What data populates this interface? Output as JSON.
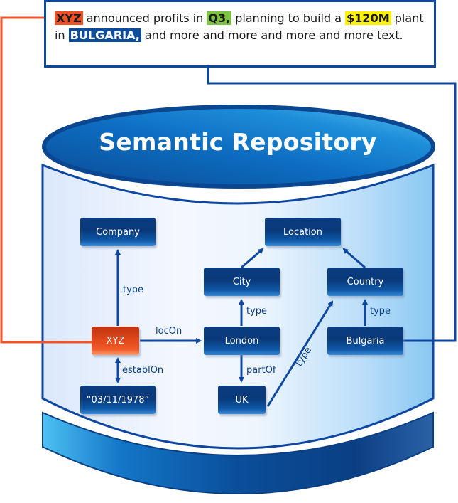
{
  "source_text": {
    "segments": [
      {
        "text": "XYZ",
        "highlight": "entity-company"
      },
      {
        "text": " announced profits in ",
        "highlight": null
      },
      {
        "text": "Q3,",
        "highlight": "entity-date"
      },
      {
        "text": " planning to build a ",
        "highlight": null
      },
      {
        "text": "$120M",
        "highlight": "entity-money"
      },
      {
        "text": " plant in ",
        "highlight": null
      },
      {
        "text": "BULGARIA,",
        "highlight": "entity-location"
      },
      {
        "text": " and more and more and more and more text.",
        "highlight": null
      }
    ]
  },
  "repository": {
    "title": "Semantic Repository"
  },
  "nodes": {
    "company": "Company",
    "location": "Location",
    "city": "City",
    "country": "Country",
    "xyz": "XYZ",
    "london": "London",
    "bulgaria": "Bulgaria",
    "date": "“03/11/1978”",
    "uk": "UK"
  },
  "edges": {
    "xyz_company": "type",
    "xyz_london": "locOn",
    "xyz_date": "establOn",
    "london_city": "type",
    "london_uk": "partOf",
    "uk_country": "type",
    "bulgaria_country": "type"
  },
  "colors": {
    "primary_blue": "#0d47a1",
    "highlight_orange": "#f04e23",
    "highlight_green": "#7dc242",
    "highlight_yellow": "#fff200",
    "highlight_blue": "#0d4c9a",
    "connector_orange": "#f2542a"
  }
}
